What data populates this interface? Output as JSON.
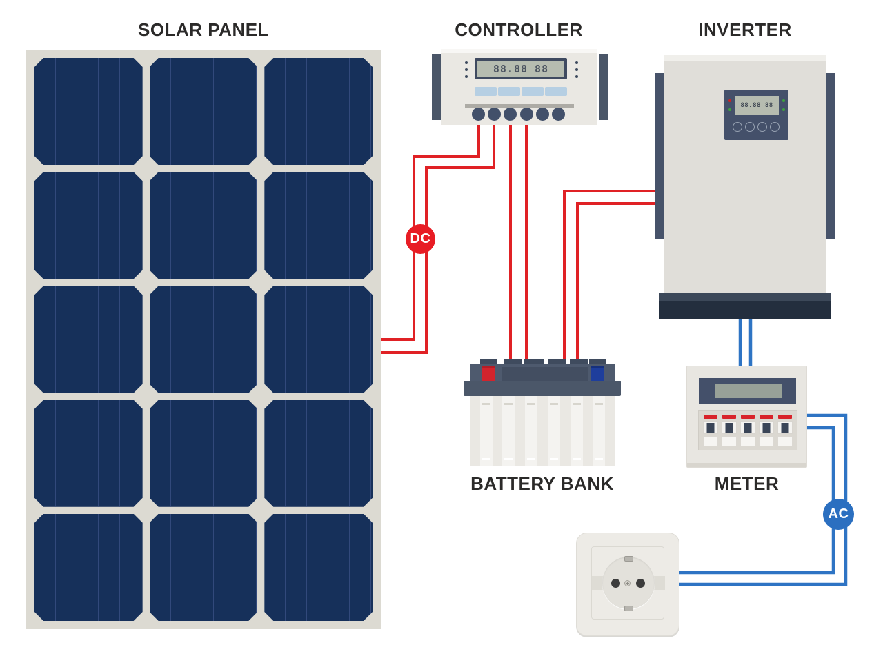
{
  "labels": {
    "solar_panel": "SOLAR PANEL",
    "controller": "CONTROLLER",
    "inverter": "INVERTER",
    "battery_bank": "BATTERY BANK",
    "meter": "METER"
  },
  "badges": {
    "dc": "DC",
    "ac": "AC"
  },
  "solar_panel": {
    "columns": 3,
    "rows": 5,
    "cells_total": 15
  },
  "controller": {
    "display_value": "88.88 88",
    "terminal_count": 6,
    "button_segments": 4,
    "side_dots": 3
  },
  "inverter": {
    "display_value": "88.88 88",
    "button_count": 4,
    "led_count": 4
  },
  "battery": {
    "cell_ridges": 6,
    "terminal_positive": "red",
    "terminal_negative": "blue"
  },
  "meter": {
    "breaker_count": 5
  },
  "colors": {
    "dc_wire_red": "#e02125",
    "ac_wire_blue": "#2e74c4",
    "dc_badge": "#e81c24",
    "ac_badge": "#2b6fc0",
    "solar_cell_blue": "#16305a",
    "panel_frame": "#dcdad2",
    "device_navy": "#44506a",
    "device_body_gray": "#e8e6e1"
  }
}
